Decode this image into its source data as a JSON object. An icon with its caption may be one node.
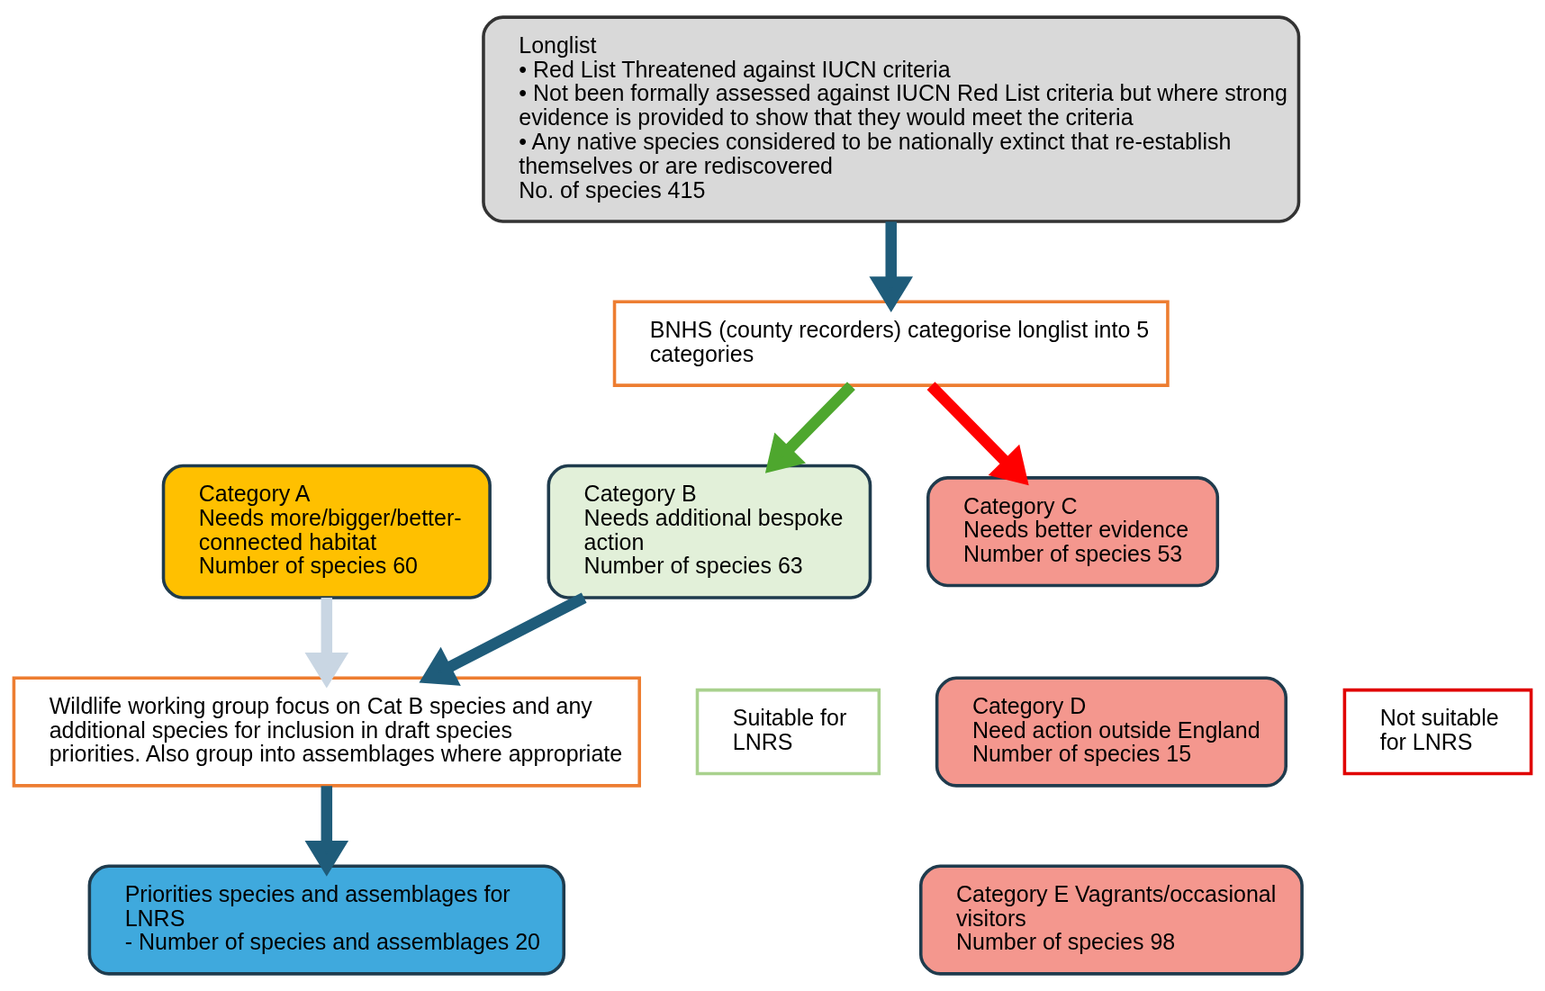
{
  "diagram": {
    "nodes": [
      {
        "text": [
          "Longlist",
          "• Red List Threatened against IUCN criteria",
          "• Not been formally assessed against IUCN Red List criteria but where strong evidence is provided to show that they would meet the criteria",
          "• Any native species considered to be nationally extinct that re-establish themselves or are rediscovered",
          "No. of species 415"
        ]
      },
      {
        "text": [
          "BNHS (county recorders) categorise longlist into 5 categories"
        ]
      },
      {
        "text": [
          "Category A",
          "Needs more/bigger/better-connected habitat",
          "Number of species 60"
        ]
      },
      {
        "text": [
          "Category B",
          "Needs additional bespoke action",
          "Number of species 63"
        ]
      },
      {
        "text": [
          "Category C",
          "Needs better evidence",
          "Number of species 53"
        ]
      },
      {
        "text": [
          "Category D",
          "Need action outside England",
          "Number of species 15"
        ]
      },
      {
        "text": [
          "Category E Vagrants/occasional visitors",
          "Number of species 98"
        ]
      },
      {
        "text": [
          "Wildlife working group focus on Cat B species and any additional species for inclusion in draft species priorities. Also group into assemblages where appropriate"
        ]
      },
      {
        "text": [
          "Priorities species and assemblages for LNRS",
          "- Number of species and assemblages 20"
        ]
      },
      {
        "text": [
          "Suitable for LNRS"
        ]
      },
      {
        "text": [
          "Not suitable for LNRS"
        ]
      }
    ],
    "edges": [
      {
        "from": 0,
        "to": 1,
        "arrow": "to"
      },
      {
        "from": 1,
        "to": 3,
        "arrow": "to",
        "color": "#4ea72e"
      },
      {
        "from": 1,
        "to": 4,
        "arrow": "to",
        "color": "#ff0000"
      },
      {
        "from": 2,
        "to": 7,
        "arrow": "to",
        "color": "#c9d6e3"
      },
      {
        "from": 3,
        "to": 7,
        "arrow": "to"
      },
      {
        "from": 7,
        "to": 8,
        "arrow": "to"
      }
    ]
  }
}
